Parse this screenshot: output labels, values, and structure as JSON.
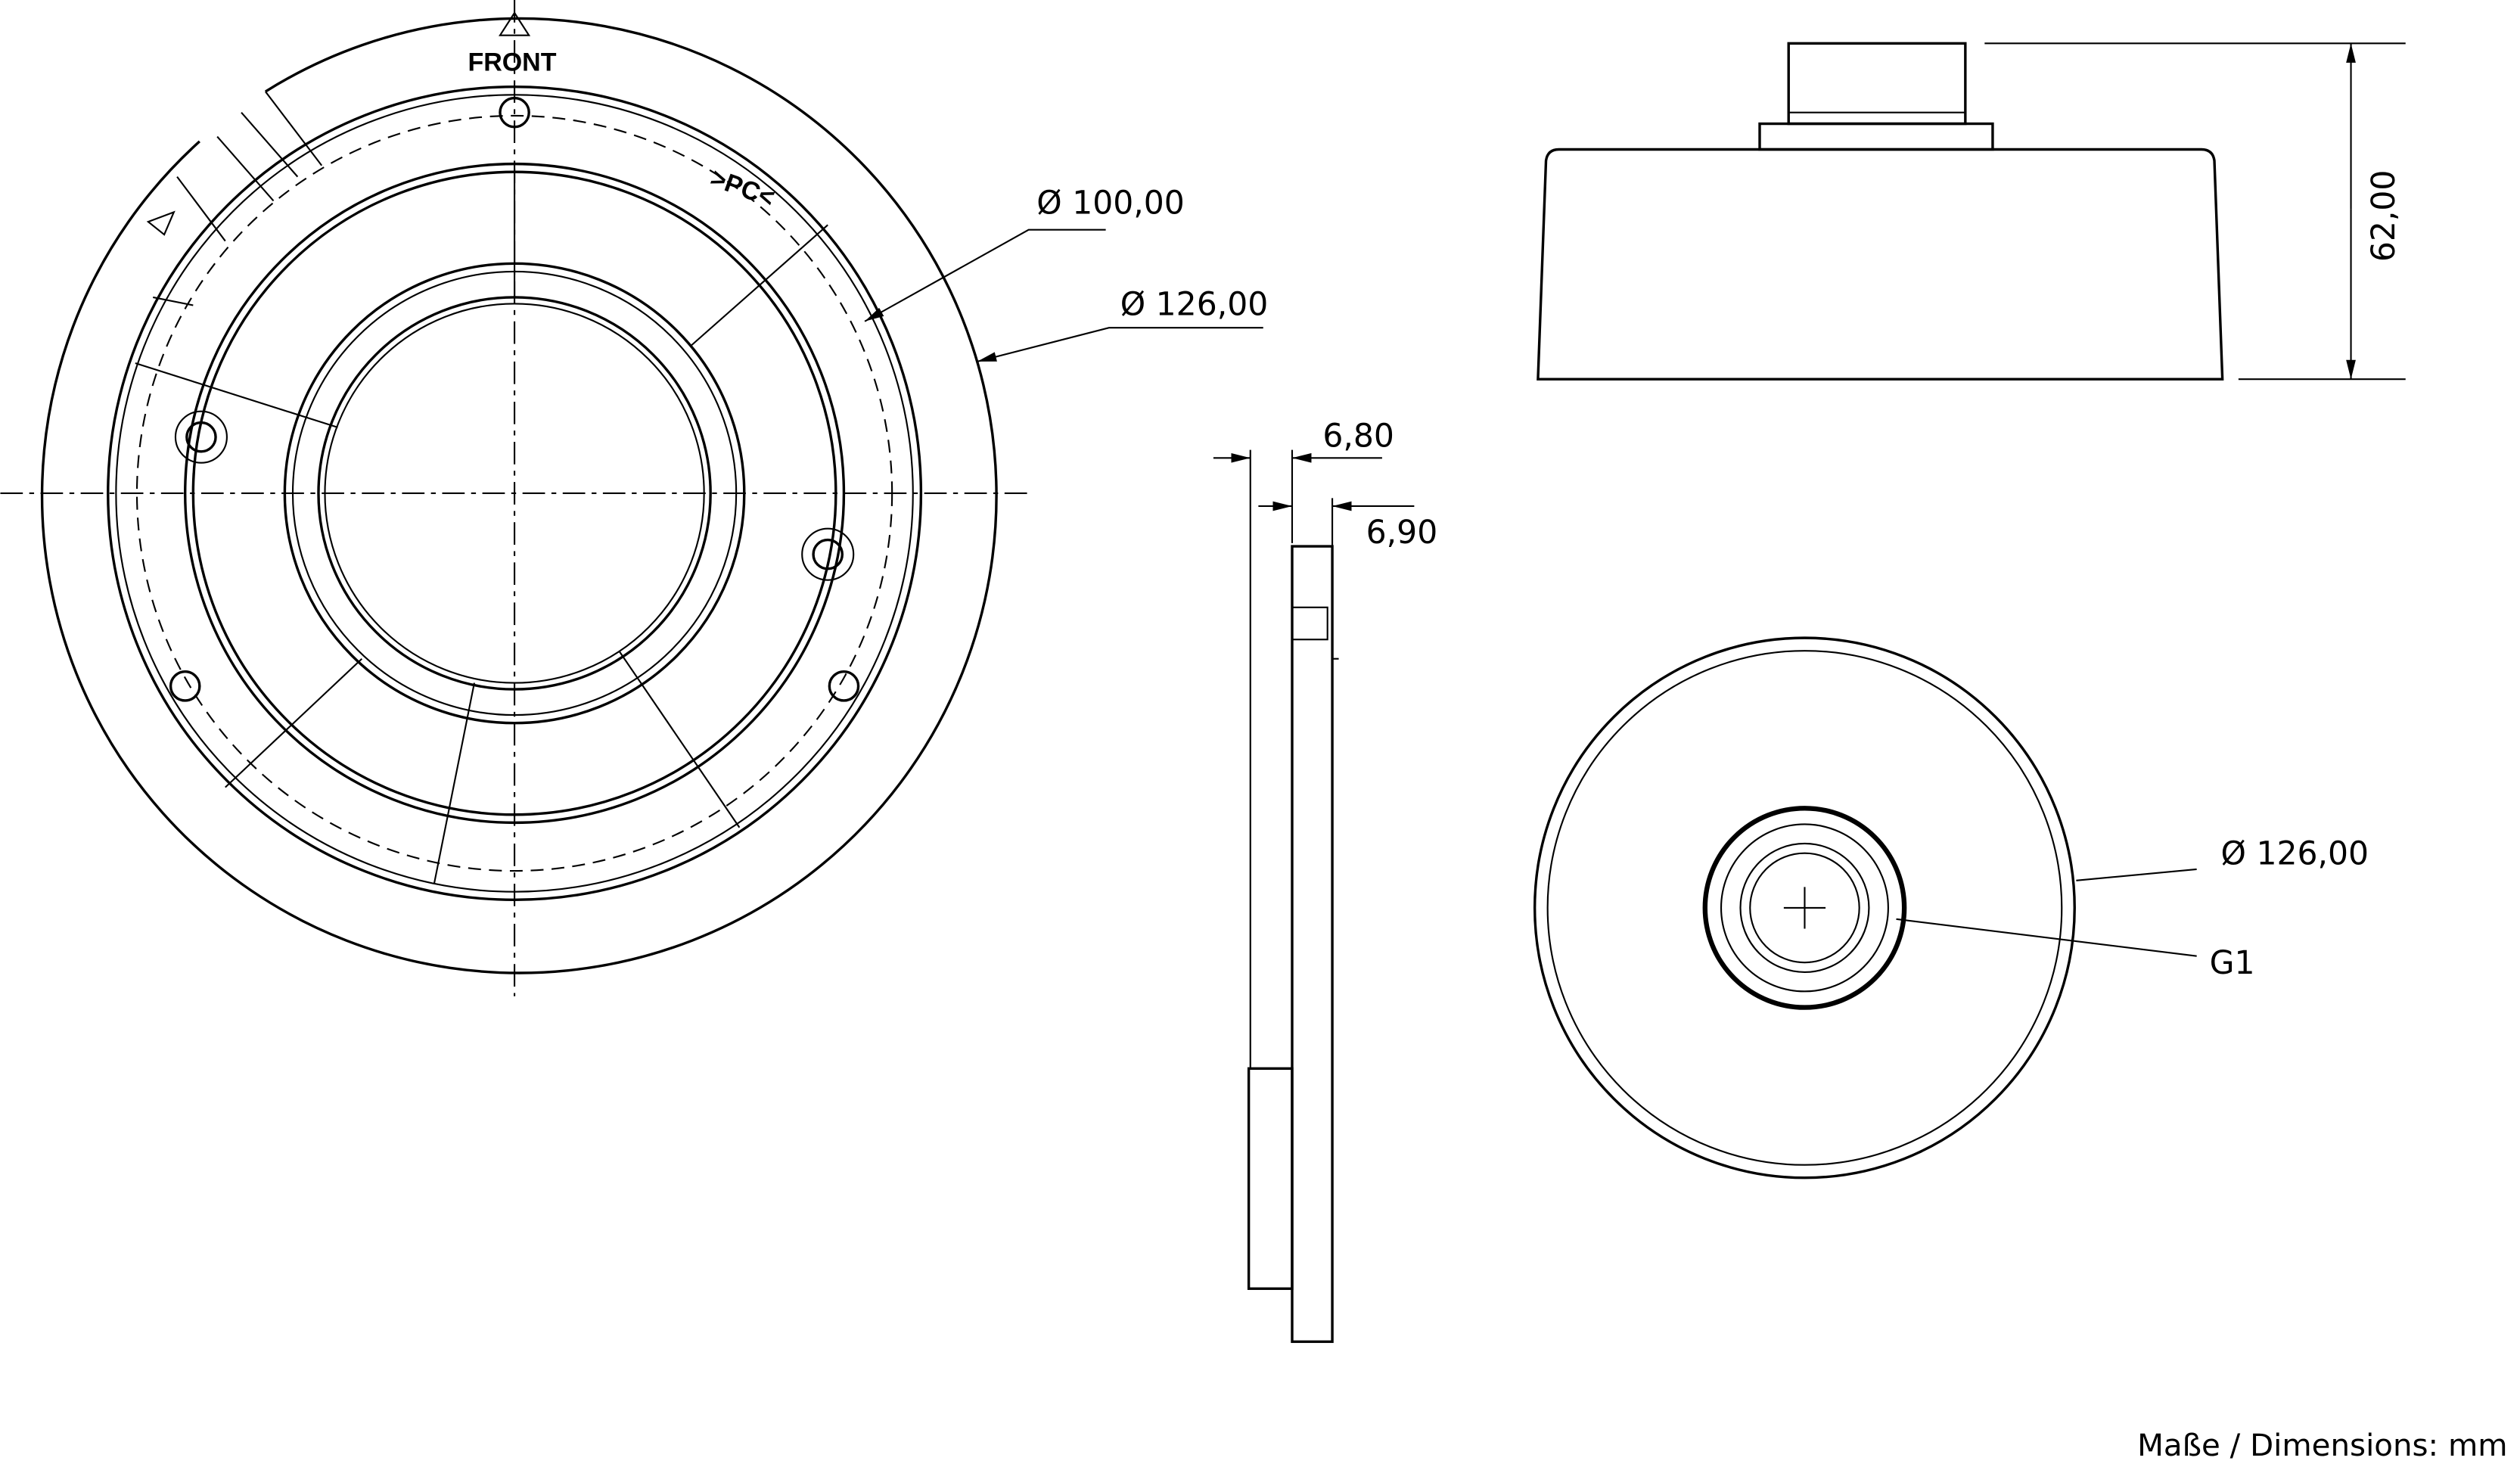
{
  "drawing": {
    "top_view": {
      "front_label": "FRONT",
      "pc_label": ">PC<",
      "dim_inner": "Ø 100,00",
      "dim_outer": "Ø 126,00"
    },
    "side_view": {
      "dim_a": "6,80",
      "dim_b": "6,90"
    },
    "front_view": {
      "dim_height": "62,00"
    },
    "bottom_view": {
      "dim_outer": "Ø 126,00",
      "thread_label": "G1"
    },
    "units_note": "Maße / Dimensions: mm"
  }
}
